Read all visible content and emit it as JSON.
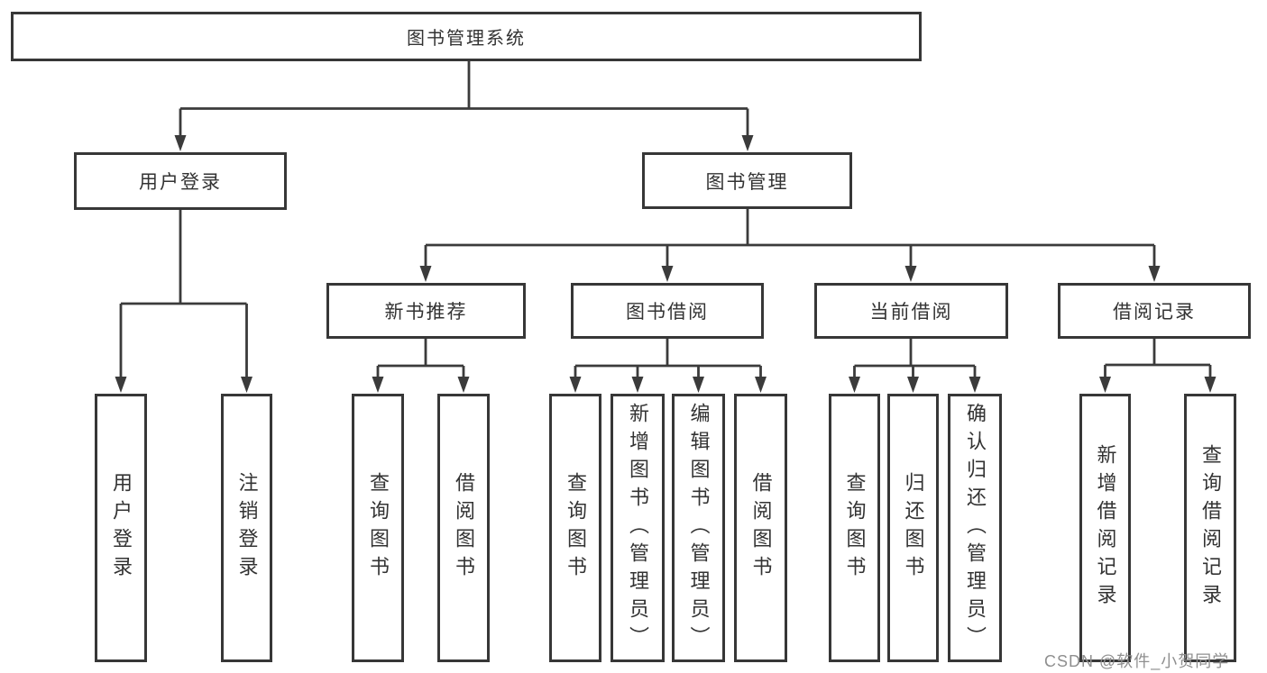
{
  "tree": {
    "label": "图书管理系统",
    "children": [
      {
        "label": "用户登录",
        "children": [
          {
            "label": "用户登录"
          },
          {
            "label": "注销登录"
          }
        ]
      },
      {
        "label": "图书管理",
        "children": [
          {
            "label": "新书推荐",
            "children": [
              {
                "label": "查询图书"
              },
              {
                "label": "借阅图书"
              }
            ]
          },
          {
            "label": "图书借阅",
            "children": [
              {
                "label": "查询图书"
              },
              {
                "label": "新增图书（管理员）"
              },
              {
                "label": "编辑图书（管理员）"
              },
              {
                "label": "借阅图书"
              }
            ]
          },
          {
            "label": "当前借阅",
            "children": [
              {
                "label": "查询图书"
              },
              {
                "label": "归还图书"
              },
              {
                "label": "确认归还（管理员）"
              }
            ]
          },
          {
            "label": "借阅记录",
            "children": [
              {
                "label": "新增借阅记录"
              },
              {
                "label": "查询借阅记录"
              }
            ]
          }
        ]
      }
    ]
  },
  "watermark": "CSDN @软件_小贺同学",
  "colors": {
    "line": "#3b3b3b",
    "box_border": "#373737",
    "box_fill": "#ffffff",
    "text": "#333333",
    "watermark": "#8f8f8f",
    "background": "#ffffff"
  }
}
